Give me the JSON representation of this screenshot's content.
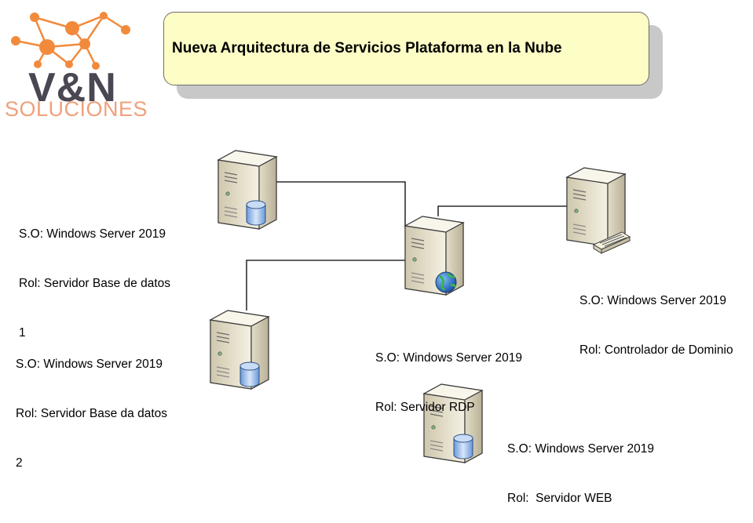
{
  "title": "Nueva Arquitectura de Servicios Plataforma en la Nube",
  "logo": {
    "brand": "V&N",
    "sub": "SOLUCIONES",
    "node_color": "#f28a3c",
    "text_color": "#4a4652",
    "sub_color": "#f0a07a"
  },
  "servers": [
    {
      "id": "db1",
      "icon": "database-server-icon",
      "lines": [
        "S.O: Windows Server 2019",
        "Rol: Servidor Base de datos",
        "1"
      ]
    },
    {
      "id": "db2",
      "icon": "database-server-icon",
      "lines": [
        "S.O: Windows Server 2019",
        "Rol: Servidor Base da datos",
        "2"
      ]
    },
    {
      "id": "rdp",
      "icon": "web-globe-server-icon",
      "lines": [
        "S.O: Windows Server 2019",
        "Rol: Servidor RDP"
      ]
    },
    {
      "id": "dc",
      "icon": "directory-server-icon",
      "lines": [
        "S.O: Windows Server 2019",
        "Rol: Controlador de Dominio"
      ]
    },
    {
      "id": "web",
      "icon": "database-server-icon",
      "lines": [
        "S.O: Windows Server 2019",
        "Rol:  Servidor WEB"
      ]
    }
  ]
}
